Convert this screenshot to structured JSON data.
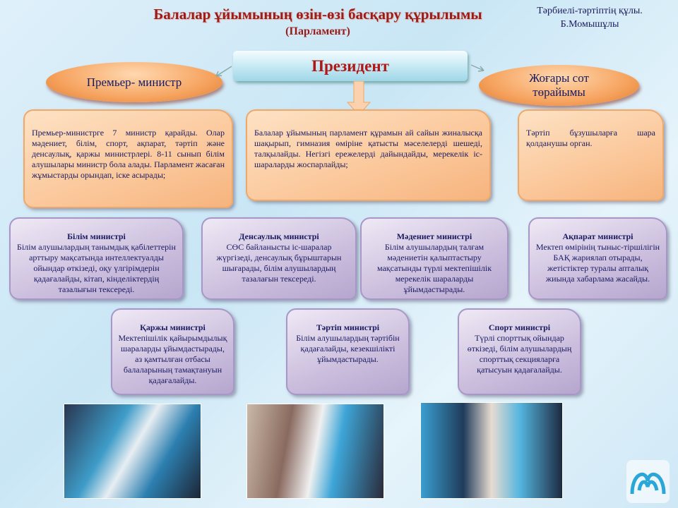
{
  "header": {
    "title": "Балалар ұйымының өзін-өзі басқару құрылымы",
    "subtitle": "(Парламент)",
    "quote_line1": "Тәрбиелі-тәртіптің құлы.",
    "quote_line2": "Б.Момышұлы"
  },
  "president": {
    "label": "Президент",
    "description": "Балалар ұйымының парламент құрамын ай сайын жиналысқа шақырып, гимназия өміріне қатысты мәселелерді шешеді, талқылайды. Негізгі ережелерді дайындайды, мерекелік іс-шараларды жоспарлайды;"
  },
  "prime_minister": {
    "label": "Премьер- министр",
    "description": "Премьер-министрге 7 министр қарайды. Олар мәдениет, білім, спорт, ақпарат, тәртіп және денсаулық, қаржы министрлері. 8-11 сынып білім алушылары министр бола алады. Парламент жасаған жұмыстарды орындап, іске асырады;"
  },
  "supreme_court": {
    "label_line1": "Жоғары сот",
    "label_line2": "төрайымы",
    "description": "Тәртіп бұзушыларға шара қолданушы орган."
  },
  "ministers": [
    {
      "title": "Білім министрі",
      "text": "Білім алушылардың танымдық қабілеттерін арттыру мақсатында интеллектуалды ойындар өткізеді, оқу үлгірімдерін қадағалайды, кітап, кінделіктердің тазалығын тексереді."
    },
    {
      "title": "Денсаулық министрі",
      "text": "СӨС байланысты іс-шаралар жүргізеді, денсаулық бұрыштарын шығарады, білім алушылардың тазалағын тексереді."
    },
    {
      "title": "Мәдениет министрі",
      "text": "Білім алушылардың талғам мәдениетін қалыптастыру мақсатынды түрлі мектепішілік мерекелік шараларды ұйымдастырады."
    },
    {
      "title": "Ақпарат министрі",
      "text": "Мектеп өмірінің тыныс-тіршілігін БАҚ жариялап отырады, жетістіктер туралы апталық жиында хабарлама жасайды."
    },
    {
      "title": "Қаржы министрі",
      "text": "Мектепішілік қайырымдылық шараларды ұйымдастырады, аз қамтылған отбасы балаларының тамақтануын қадағалайды."
    },
    {
      "title": "Тәртіп министрі",
      "text": "Білім алушылардың тәртібін қадағалайды, кезекшілікті ұйымдастырады."
    },
    {
      "title": "Спорт министрі",
      "text": "Түрлі спорттық ойындар өткізеді, білім алушылардың спорттық секцияларға қатысуын қадағалайды."
    }
  ],
  "colors": {
    "title": "#9b1b1b",
    "text": "#1a1a60",
    "orange": "#f6a460",
    "purple": "#b6a6cf"
  }
}
